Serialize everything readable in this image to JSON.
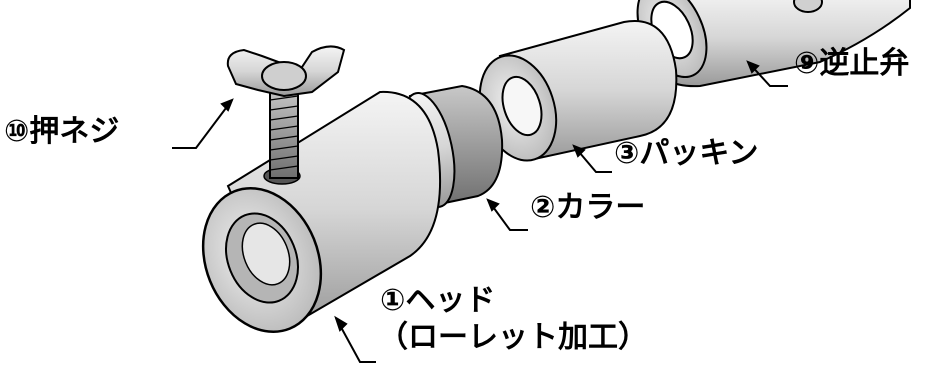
{
  "colors": {
    "line": "#000000",
    "fill_light": "#ececec",
    "fill_mid": "#cfcfcf",
    "fill_dark": "#8a8a8a",
    "background": "#ffffff"
  },
  "parts": {
    "push_screw": "⑩押ネジ",
    "check_valve": "⑨逆止弁",
    "packing": "③パッキン",
    "collar": "②カラー",
    "head_line1": "①ヘッド",
    "head_line2": "（ローレット加工）"
  }
}
